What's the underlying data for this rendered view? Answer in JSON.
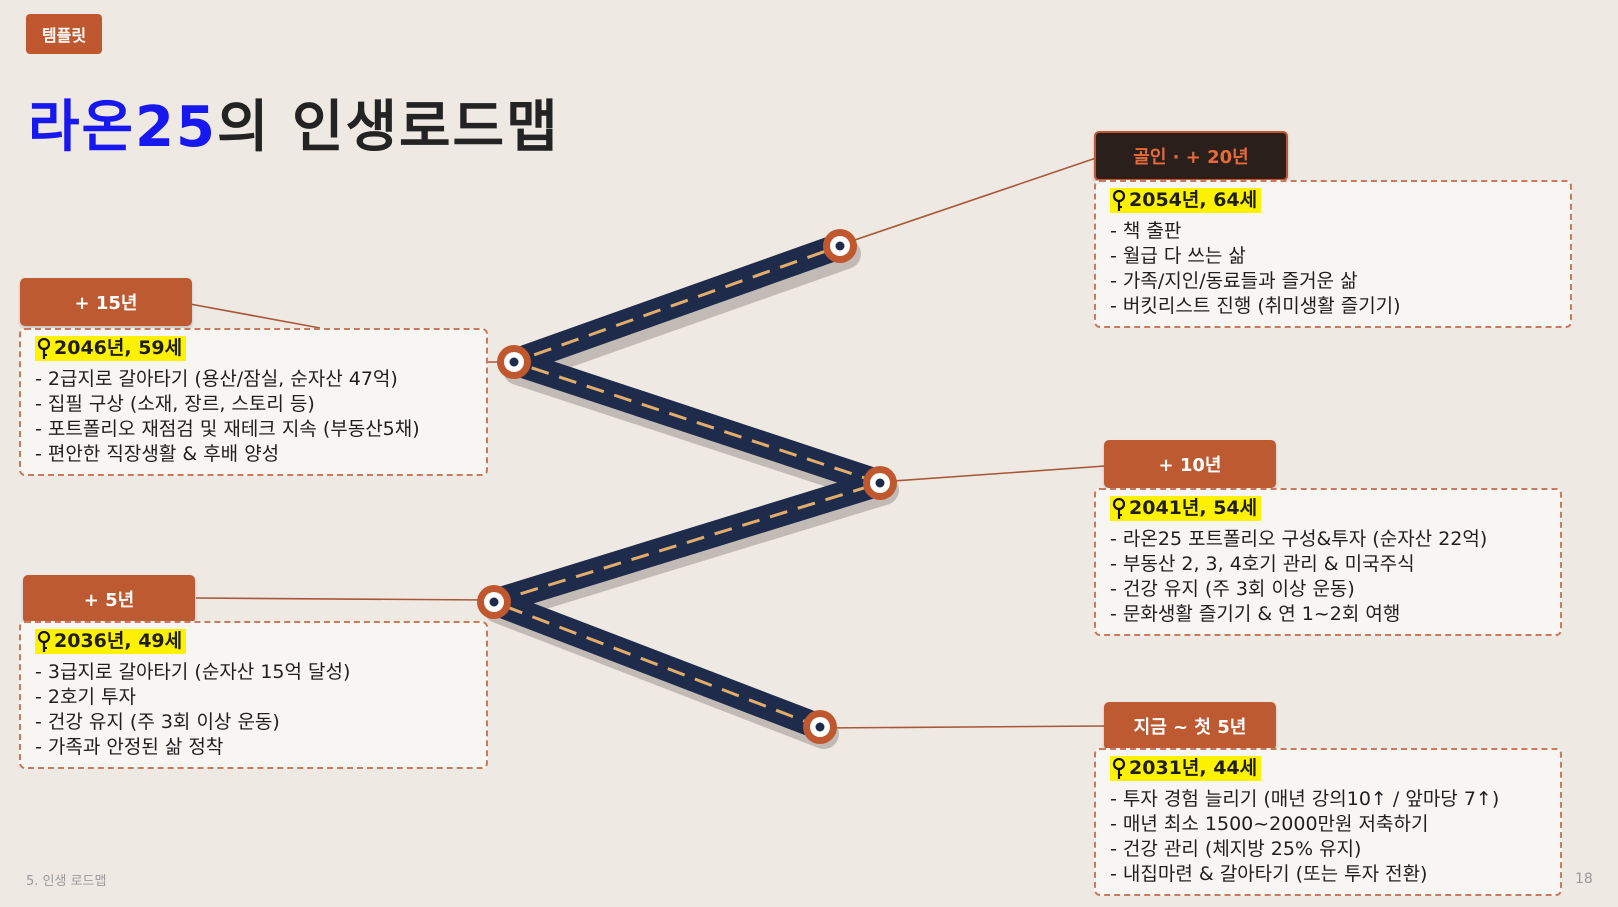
{
  "tag": "템플릿",
  "title": {
    "accent": "라온25",
    "rest": "의 인생로드맵"
  },
  "footer": {
    "section": "5. 인생 로드맵",
    "page_number": "18"
  },
  "colors": {
    "accent_blue": "#1717f0",
    "label_orange": "#bd5a32",
    "label_dark": "#2a1f1a",
    "highlight": "#fff200",
    "road": "#1f2b4a",
    "road_dash": "#e2ad6b"
  },
  "milestones": [
    {
      "label": "지금 ~ 첫 5년",
      "year": "2031년, 44세",
      "items": [
        "투자 경험 늘리기 (매년 강의10↑ / 앞마당 7↑)",
        "매년 최소 1500~2000만원 저축하기",
        "건강 관리 (체지방 25% 유지)",
        "내집마련 & 갈아타기 (또는 투자 전환)"
      ]
    },
    {
      "label": "+ 5년",
      "year": "2036년, 49세",
      "items": [
        "3급지로 갈아타기 (순자산 15억 달성)",
        "2호기 투자",
        "건강 유지 (주 3회 이상 운동)",
        "가족과 안정된 삶 정착"
      ]
    },
    {
      "label": "+ 10년",
      "year": "2041년, 54세",
      "items": [
        "라온25 포트폴리오 구성&투자 (순자산 22억)",
        "부동산 2, 3, 4호기 관리 & 미국주식",
        "건강 유지 (주 3회 이상 운동)",
        "문화생활 즐기기 & 연 1~2회 여행"
      ]
    },
    {
      "label": "+ 15년",
      "year": "2046년, 59세",
      "items": [
        "2급지로 갈아타기 (용산/잠실, 순자산 47억)",
        "집필 구상 (소재, 장르, 스토리 등)",
        "포트폴리오 재점검 및 재테크 지속 (부동산5채)",
        "편안한 직장생활 & 후배 양성"
      ]
    },
    {
      "label": "골인 · + 20년",
      "year": "2054년, 64세",
      "items": [
        "책 출판",
        "월급 다 쓰는 삶",
        "가족/지인/동료들과 즐거운 삶",
        "버킷리스트 진행 (취미생활 즐기기)"
      ]
    }
  ]
}
